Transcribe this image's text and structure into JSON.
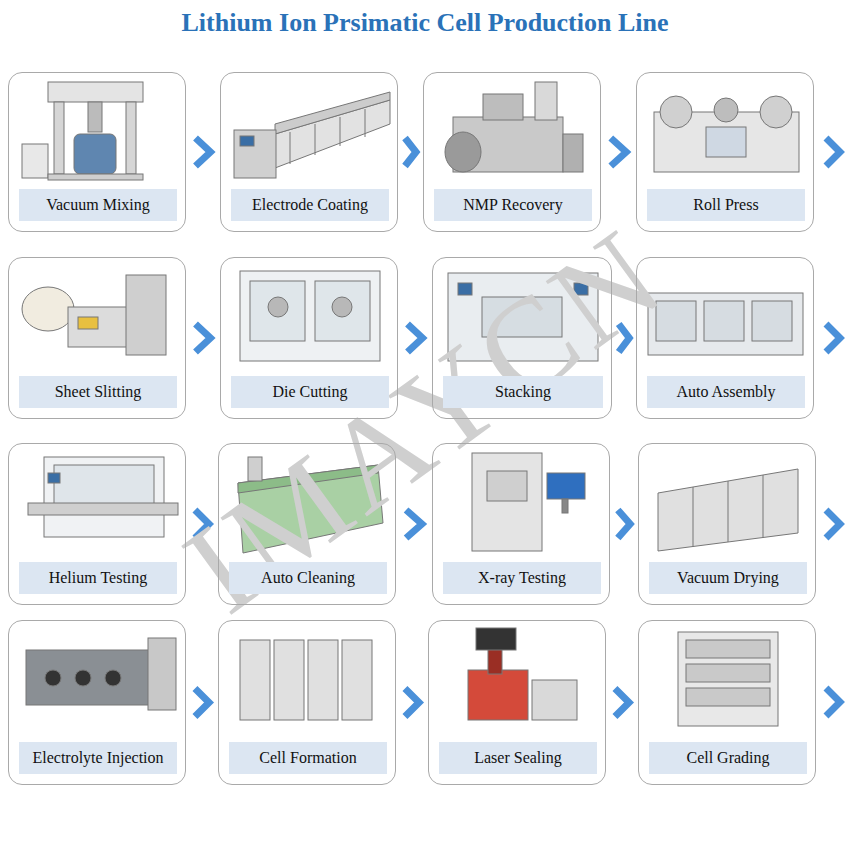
{
  "diagram": {
    "title": "Lithium Ion Prsimatic Cell Production Line",
    "nodes": [
      {
        "text": [
          "Vacuum Mixing"
        ]
      },
      {
        "text": [
          "Electrode Coating"
        ]
      },
      {
        "text": [
          "NMP Recovery"
        ]
      },
      {
        "text": [
          "Roll Press"
        ]
      },
      {
        "text": [
          "Sheet Slitting"
        ]
      },
      {
        "text": [
          "Die Cutting"
        ]
      },
      {
        "text": [
          "Stacking"
        ]
      },
      {
        "text": [
          "Auto Assembly"
        ]
      },
      {
        "text": [
          "Helium Testing"
        ]
      },
      {
        "text": [
          "Auto Cleaning"
        ]
      },
      {
        "text": [
          "X-ray Testing"
        ]
      },
      {
        "text": [
          "Vacuum Drying"
        ]
      },
      {
        "text": [
          "Electrolyte Injection"
        ]
      },
      {
        "text": [
          "Cell Formation"
        ]
      },
      {
        "text": [
          "Laser Sealing"
        ]
      },
      {
        "text": [
          "Cell Grading"
        ]
      }
    ],
    "edges": [
      {
        "from": 0,
        "to": 1,
        "arrow": "to"
      },
      {
        "from": 1,
        "to": 2,
        "arrow": "to"
      },
      {
        "from": 2,
        "to": 3,
        "arrow": "to"
      },
      {
        "from": 4,
        "to": 5,
        "arrow": "to"
      },
      {
        "from": 5,
        "to": 6,
        "arrow": "to"
      },
      {
        "from": 6,
        "to": 7,
        "arrow": "to"
      },
      {
        "from": 8,
        "to": 9,
        "arrow": "to"
      },
      {
        "from": 9,
        "to": 10,
        "arrow": "to"
      },
      {
        "from": 10,
        "to": 11,
        "arrow": "to"
      },
      {
        "from": 12,
        "to": 13,
        "arrow": "to"
      },
      {
        "from": 13,
        "to": 14,
        "arrow": "to"
      },
      {
        "from": 14,
        "to": 15,
        "arrow": "to"
      }
    ],
    "labels": [
      "IMAYCN"
    ]
  }
}
